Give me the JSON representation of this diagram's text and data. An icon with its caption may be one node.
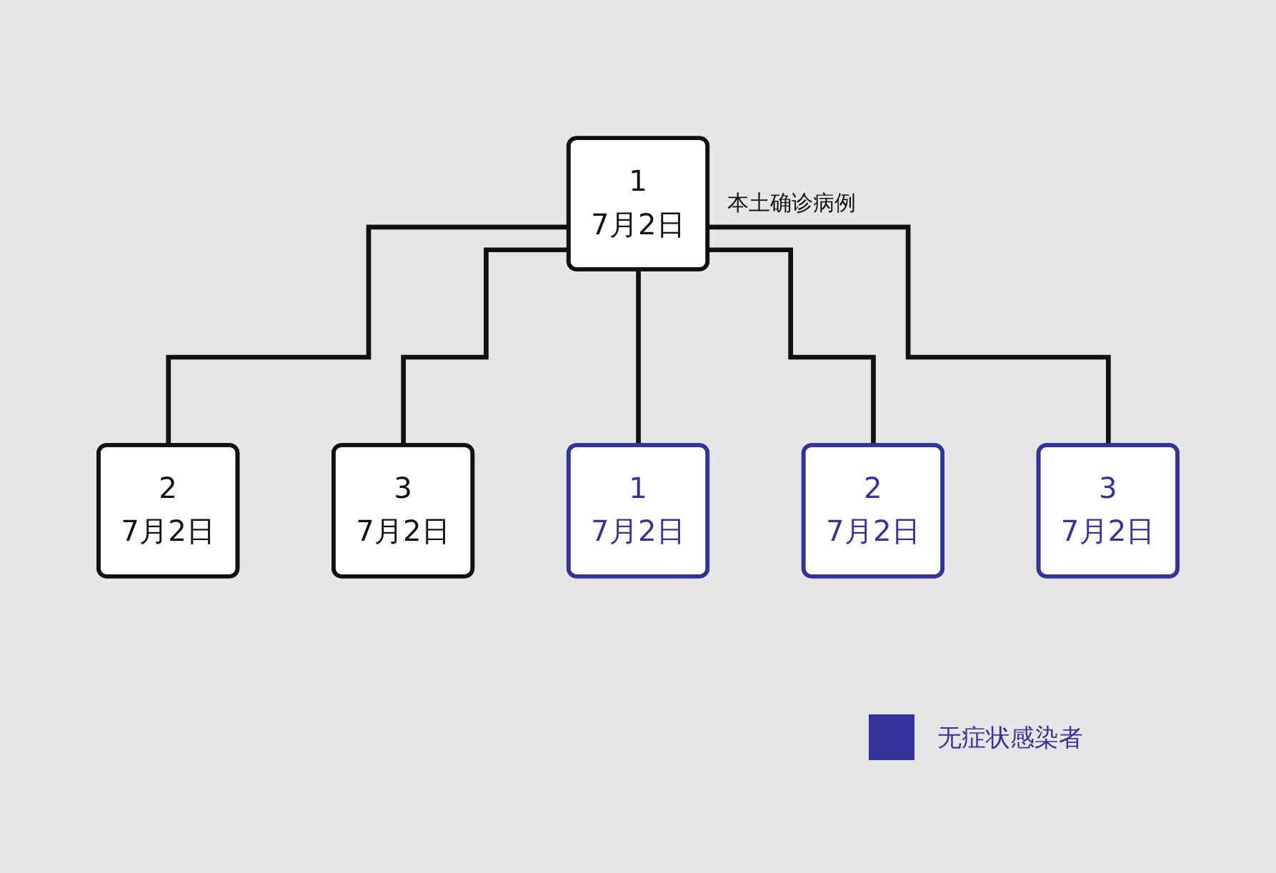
{
  "diagram": {
    "nodes": [
      {
        "text": [
          "1",
          "7月2日"
        ],
        "beside": [
          "本土确诊病例"
        ]
      },
      {
        "text": [
          "2",
          "7月2日"
        ]
      },
      {
        "text": [
          "3",
          "7月2日"
        ]
      },
      {
        "text": [
          "1",
          "7月2日"
        ]
      },
      {
        "text": [
          "2",
          "7月2日"
        ]
      },
      {
        "text": [
          "3",
          "7月2日"
        ]
      }
    ],
    "edges": [
      {
        "from": 0,
        "to": 1,
        "arrow": "none"
      },
      {
        "from": 0,
        "to": 2,
        "arrow": "none"
      },
      {
        "from": 0,
        "to": 3,
        "arrow": "none"
      },
      {
        "from": 0,
        "to": 4,
        "arrow": "none"
      },
      {
        "from": 0,
        "to": 5,
        "arrow": "none"
      }
    ],
    "legend": [
      {
        "text": "无症状感染者",
        "color": "#333399"
      }
    ]
  }
}
